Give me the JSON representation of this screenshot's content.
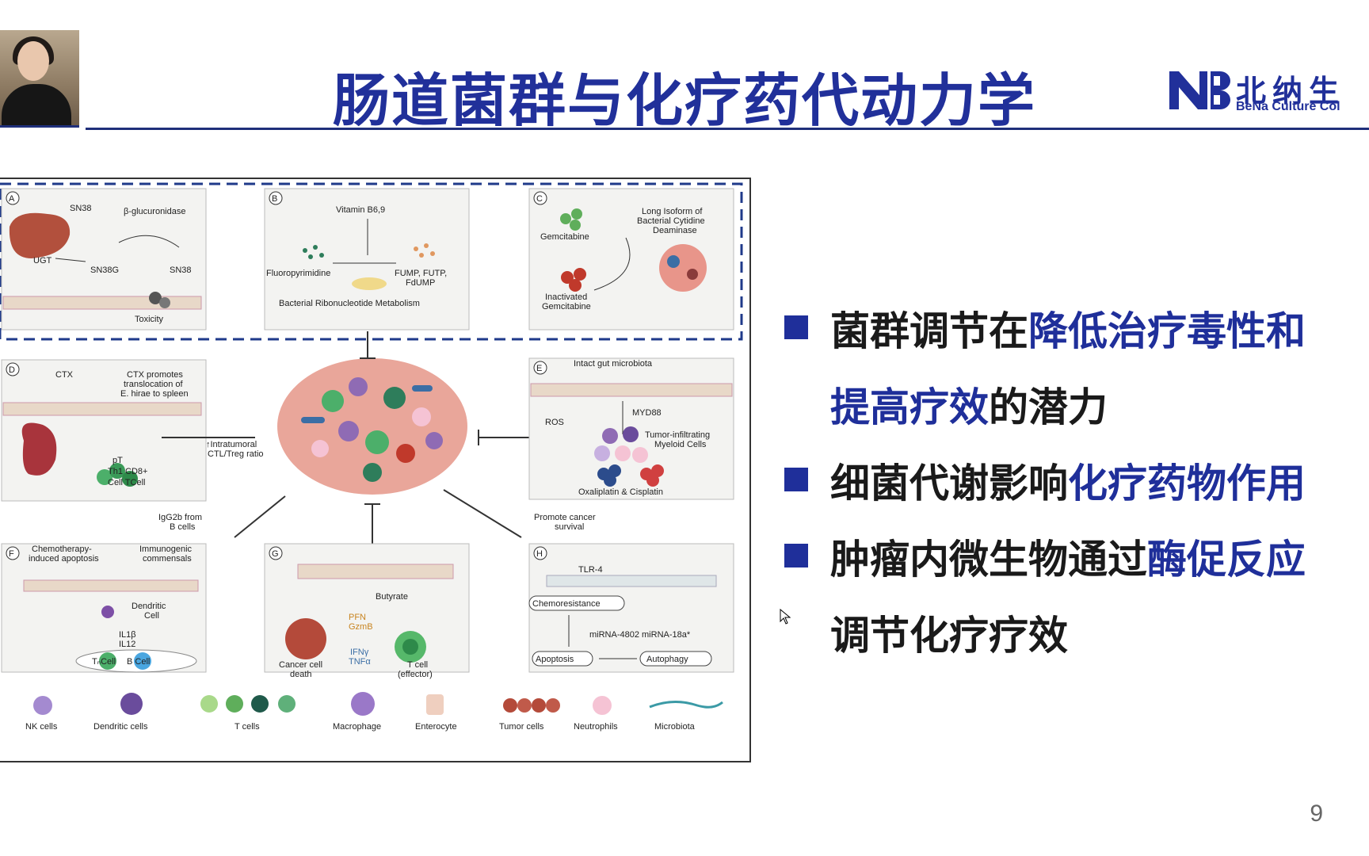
{
  "slide": {
    "title": "肠道菌群与化疗药代动力学",
    "page_number": "9",
    "logo": {
      "cn": "北纳生",
      "en": "BeNa Culture Col"
    }
  },
  "bullets": [
    {
      "lines": [
        [
          {
            "t": "菌群调节在",
            "hl": false
          },
          {
            "t": "降低治疗毒性和",
            "hl": true
          }
        ],
        [
          {
            "t": "提高疗效",
            "hl": true
          },
          {
            "t": "的潜力",
            "hl": false
          }
        ]
      ]
    },
    {
      "lines": [
        [
          {
            "t": "细菌代谢影响",
            "hl": false
          },
          {
            "t": "化疗药物作用",
            "hl": true
          }
        ]
      ]
    },
    {
      "lines": [
        [
          {
            "t": "肿瘤内微生物通过",
            "hl": false
          },
          {
            "t": "酶促反应",
            "hl": true
          }
        ],
        [
          {
            "t": "调节化疗疗效",
            "hl": false
          }
        ]
      ]
    }
  ],
  "figure": {
    "panels": {
      "A": {
        "letter": "A",
        "sn38_top": "SN38",
        "enzyme": "β-glucuronidase",
        "ugt": "UGT",
        "sn38g": "SN38G",
        "sn38": "SN38",
        "toxicity": "Toxicity"
      },
      "B": {
        "letter": "B",
        "vitamin": "Vitamin B6,9",
        "fluoro": "Fluoropyrimidine",
        "fump": "FUMP, FUTP,",
        "fdump": "FdUMP",
        "caption": "Bacterial Ribonucleotide Metabolism"
      },
      "C": {
        "letter": "C",
        "gem": "Gemcitabine",
        "iso1": "Long Isoform of",
        "iso2": "Bacterial Cytidine",
        "iso3": "Deaminase",
        "inact1": "Inactivated",
        "inact2": "Gemcitabine"
      },
      "D": {
        "letter": "D",
        "ctx": "CTX",
        "note1": "CTX promotes",
        "note2": "translocation of",
        "note3": "E. hirae to spleen",
        "cells1": "pT",
        "cells2": "Th1 CD8+",
        "cells3": "Cell TCell",
        "ratio1": "↑Intratumoral",
        "ratio2": "CTL/Treg ratio"
      },
      "E": {
        "letter": "E",
        "title": "Intact gut microbiota",
        "myd88": "MYD88",
        "ros": "ROS",
        "tim1": "Tumor-infiltrating",
        "tim2": "Myeloid Cells",
        "drugs": "Oxaliplatin & Cisplatin",
        "promote1": "Promote cancer",
        "promote2": "survival"
      },
      "F": {
        "letter": "F",
        "igg1": "IgG2b from",
        "igg2": "B cells",
        "chemo1": "Chemotherapy-",
        "chemo2": "induced apoptosis",
        "immuno1": "Immunogenic",
        "immuno2": "commensals",
        "dc1": "Dendritic",
        "dc2": "Cell",
        "il1": "IL1β",
        "il2": "IL12",
        "tcell": "TₙCell",
        "bcell": "B Cell"
      },
      "G": {
        "letter": "G",
        "butyrate": "Butyrate",
        "pfn": "PFN",
        "gzmb": "GzmB",
        "ifn": "IFNγ",
        "tnf": "TNFα",
        "death1": "Cancer cell",
        "death2": "death",
        "tcell1": "T cell",
        "tcell2": "(effector)"
      },
      "H": {
        "letter": "H",
        "tlr": "TLR-4",
        "chemo": "Chemoresistance",
        "mirna": "miRNA-4802 miRNA-18a*",
        "apop": "Apoptosis",
        "auto": "Autophagy"
      }
    },
    "legend": [
      "NK cells",
      "Dendritic cells",
      "T cells",
      "Macrophage",
      "Enterocyte",
      "Tumor cells",
      "Neutrophils",
      "Microbiota"
    ]
  }
}
